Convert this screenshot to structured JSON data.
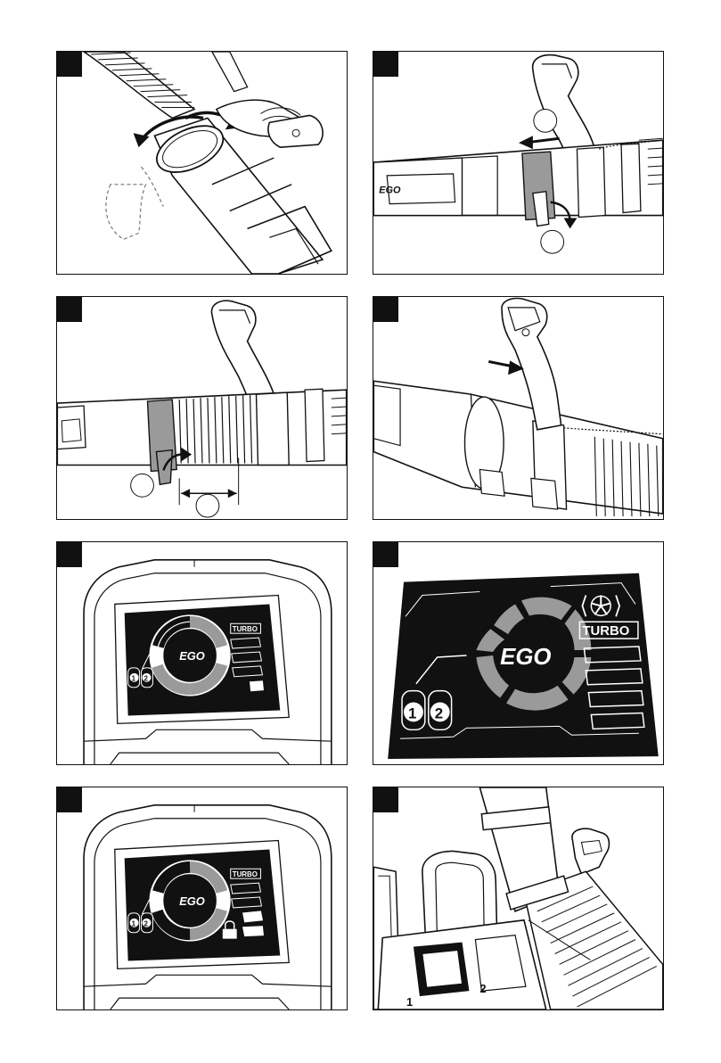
{
  "brand": {
    "logo_text": "EGO"
  },
  "display": {
    "turbo_label": "TURBO",
    "mode_1": "1",
    "mode_2": "2"
  },
  "panels": [
    {
      "id": "p1",
      "shows": "rotate-handle"
    },
    {
      "id": "p2",
      "shows": "release-clamp"
    },
    {
      "id": "p3",
      "shows": "secure-clamp"
    },
    {
      "id": "p4",
      "shows": "trigger-press"
    },
    {
      "id": "p5",
      "shows": "control-display"
    },
    {
      "id": "p6",
      "shows": "display-closeup"
    },
    {
      "id": "p7",
      "shows": "cruise-lock-display"
    },
    {
      "id": "p8",
      "shows": "battery-slots"
    }
  ],
  "battery_slots": {
    "slot_1": "1",
    "slot_2": "2"
  },
  "colors": {
    "ink": "#111111",
    "gray_fill": "#9a9a9a",
    "lcd_bg": "#111111"
  }
}
